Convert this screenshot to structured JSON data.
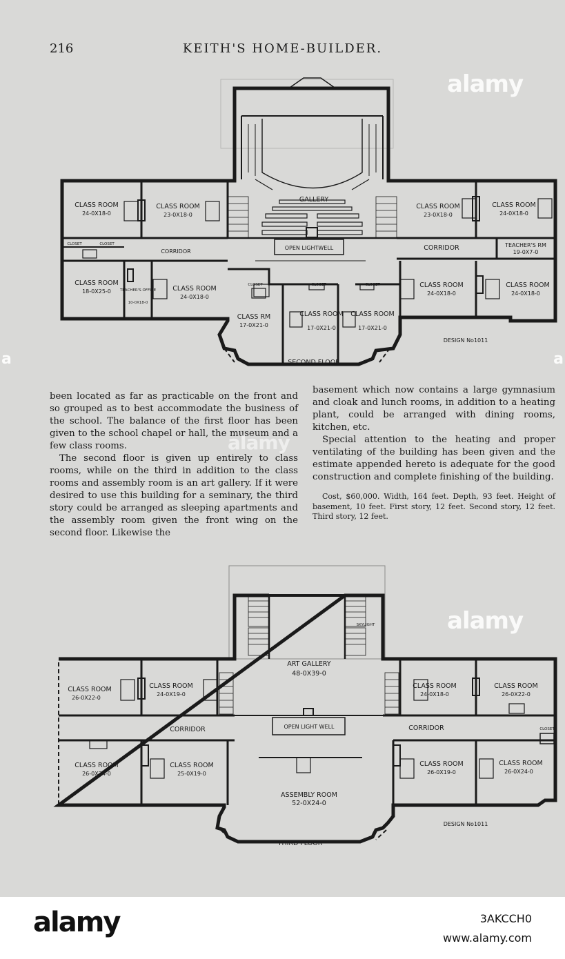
{
  "header": {
    "page_number": "216",
    "title": "KEITH'S HOME-BUILDER."
  },
  "second_floor": {
    "gallery": "GALLERY",
    "open_lightwell": "OPEN LIGHTWELL",
    "corridor_left": "CORRIDOR",
    "corridor_right": "CORRIDOR",
    "closet_a": "CLOSET",
    "closet_b": "CLOSET",
    "closet_c": "CLOSET",
    "closet_d": "CLOSET",
    "closet_e": "CLOSET",
    "room1": {
      "name": "CLASS ROOM",
      "size": "24-0X18-0"
    },
    "room2": {
      "name": "CLASS ROOM",
      "size": "23-0X18-0"
    },
    "room3": {
      "name": "CLASS ROOM",
      "size": "18-0X25-0"
    },
    "teachers_office": {
      "name": "TEACHER'S OFFICE",
      "size": "10-0X18-0"
    },
    "room4": {
      "name": "CLASS ROOM",
      "size": "24-0X18-0"
    },
    "room5": {
      "name": "CLASS RM",
      "size": "17-0X21-0"
    },
    "room6": {
      "name": "CLASS ROOM",
      "size": "17-0X21-0"
    },
    "room7": {
      "name": "CLASS ROOM",
      "size": "17-0X21-0"
    },
    "room8": {
      "name": "CLASS ROOM",
      "size": "23-0X18-0"
    },
    "room9": {
      "name": "CLASS ROOM",
      "size": "24-0X18-0"
    },
    "teachers_rm": {
      "name": "TEACHER'S RM",
      "size": "19-0X7-0"
    },
    "room10": {
      "name": "CLASS ROOM",
      "size": "24-0X18-0"
    },
    "room11": {
      "name": "CLASS ROOM",
      "size": "24-0X18-0"
    },
    "design": "DESIGN No1011",
    "floor_label": "SECOND FLOOR"
  },
  "text": {
    "left_p1": "been located as far as practicable on the front and so grouped as to best accommodate the business of the school. The balance of the first floor has been given to the school chapel or hall, the museum and a few class rooms.",
    "left_p2": "The second floor is given up entirely to class rooms, while on the third in addition to the class rooms and assembly room is an art gallery. If it were desired to use this building for a seminary, the third story could be arranged as sleeping apartments and the assembly room given the front wing on the second floor. Likewise the",
    "right_p1": "basement which now contains a large gymnasium and cloak and lunch rooms, in addition to a heating plant, could be arranged with dining rooms, kitchen, etc.",
    "right_p2": "Special attention to the heating and proper ventilating of the building has been given and the estimate appended hereto is adequate for the good construction and complete finishing of the building.",
    "cost": "Cost, $60,000. Width, 164 feet. Depth, 93 feet. Height of basement, 10 feet. First story, 12 feet. Second story, 12 feet. Third story, 12 feet."
  },
  "third_floor": {
    "skylight": "SKYLIGHT",
    "art_gallery": {
      "name": "ART GALLERY",
      "size": "48-0X39-0"
    },
    "open_light_well": "OPEN LIGHT WELL",
    "corridor_left": "CORRIDOR",
    "corridor_right": "CORRIDOR",
    "closet": "CLOSET",
    "room1": {
      "name": "CLASS ROOM",
      "size": "26-0X22-0"
    },
    "room2": {
      "name": "CLASS ROOM",
      "size": "24-0X19-0"
    },
    "room3": {
      "name": "CLASS ROOM",
      "size": "24-0X18-0"
    },
    "room4": {
      "name": "CLASS ROOM",
      "size": "26-0X22-0"
    },
    "room5": {
      "name": "CLASS ROOM",
      "size": "26-0X24-0"
    },
    "room6": {
      "name": "CLASS ROOM",
      "size": "25-0X19-0"
    },
    "assembly": {
      "name": "ASSEMBLY ROOM",
      "size": "52-0X24-0"
    },
    "room7": {
      "name": "CLASS ROOM",
      "size": "26-0X19-0"
    },
    "room8": {
      "name": "CLASS ROOM",
      "size": "26-0X24-0"
    },
    "design": "DESIGN No1011",
    "floor_label": "THIRD FLOOR"
  },
  "watermark": {
    "brand": "alamy",
    "side": "a"
  },
  "footer": {
    "logo": "alamy",
    "image_id": "3AKCCH0",
    "site": "www.alamy.com"
  }
}
